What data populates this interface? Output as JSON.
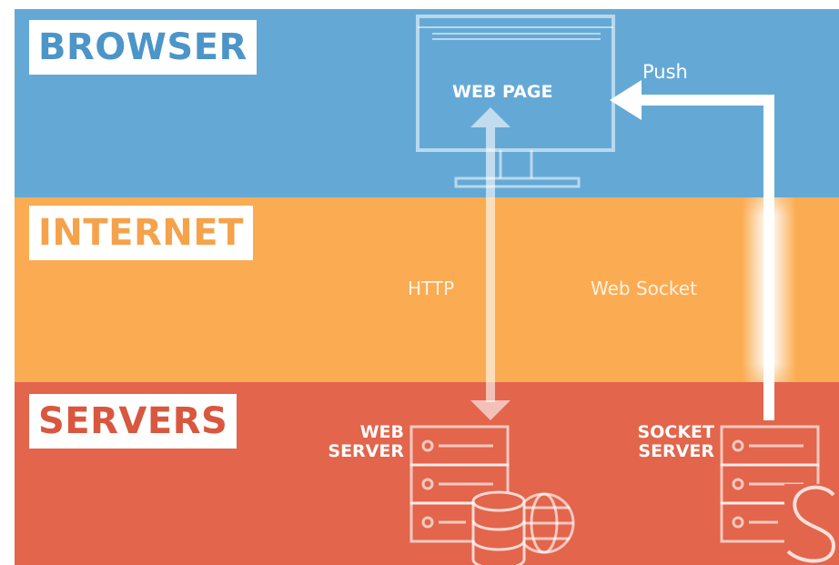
{
  "layers": {
    "browser": "BROWSER",
    "internet": "INTERNET",
    "servers": "SERVERS"
  },
  "nodes": {
    "web_page": "WEB PAGE",
    "web_server_line1": "WEB",
    "web_server_line2": "SERVER",
    "socket_server_line1": "SOCKET",
    "socket_server_line2": "SERVER"
  },
  "connections": {
    "http": "HTTP",
    "web_socket": "Web Socket",
    "push": "Push"
  },
  "colors": {
    "browser_band": "#64a9d6",
    "internet_band": "#fbac52",
    "servers_band": "#e2654c",
    "foreground": "#ffffff"
  },
  "icons": [
    "monitor-icon",
    "web-server-icon",
    "database-icon",
    "globe-icon",
    "socket-server-icon",
    "socket-s-icon"
  ]
}
